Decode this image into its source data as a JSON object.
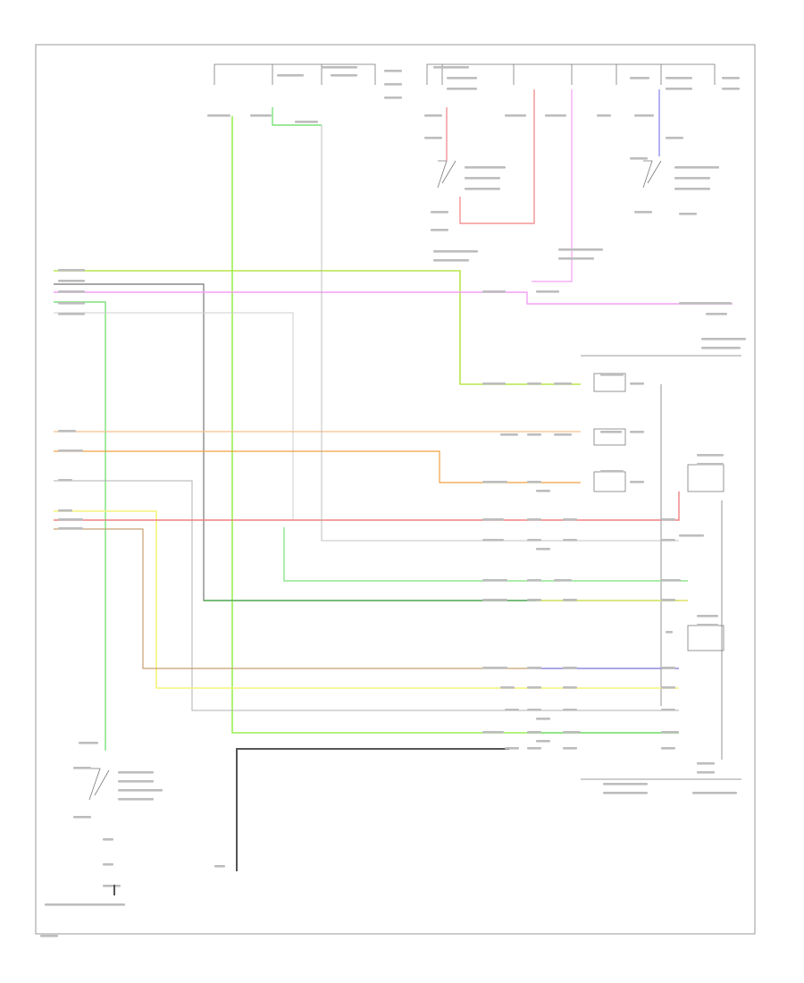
{
  "wires": [
    {
      "id": "w-lt-green-top",
      "color": "#b7e64a"
    },
    {
      "id": "w-gray-white",
      "color": "#8a8a8a"
    },
    {
      "id": "w-violet-white",
      "color": "#f4a0f4"
    },
    {
      "id": "w-light-green",
      "color": "#7be07b"
    },
    {
      "id": "w-pale-gray",
      "color": "#cfcfcf"
    },
    {
      "id": "w-orange",
      "color": "#f6c08a"
    },
    {
      "id": "w-orange-dark",
      "color": "#f0a040"
    },
    {
      "id": "w-gray",
      "color": "#b0b0b0"
    },
    {
      "id": "w-yellow",
      "color": "#f4f47a"
    },
    {
      "id": "w-red",
      "color": "#f08080"
    },
    {
      "id": "w-brown",
      "color": "#c8a070"
    },
    {
      "id": "w-green",
      "color": "#5fb85f"
    },
    {
      "id": "w-blue",
      "color": "#8080f0"
    },
    {
      "id": "w-black",
      "color": "#555555"
    },
    {
      "id": "w-green-lt2",
      "color": "#99ee55"
    }
  ]
}
